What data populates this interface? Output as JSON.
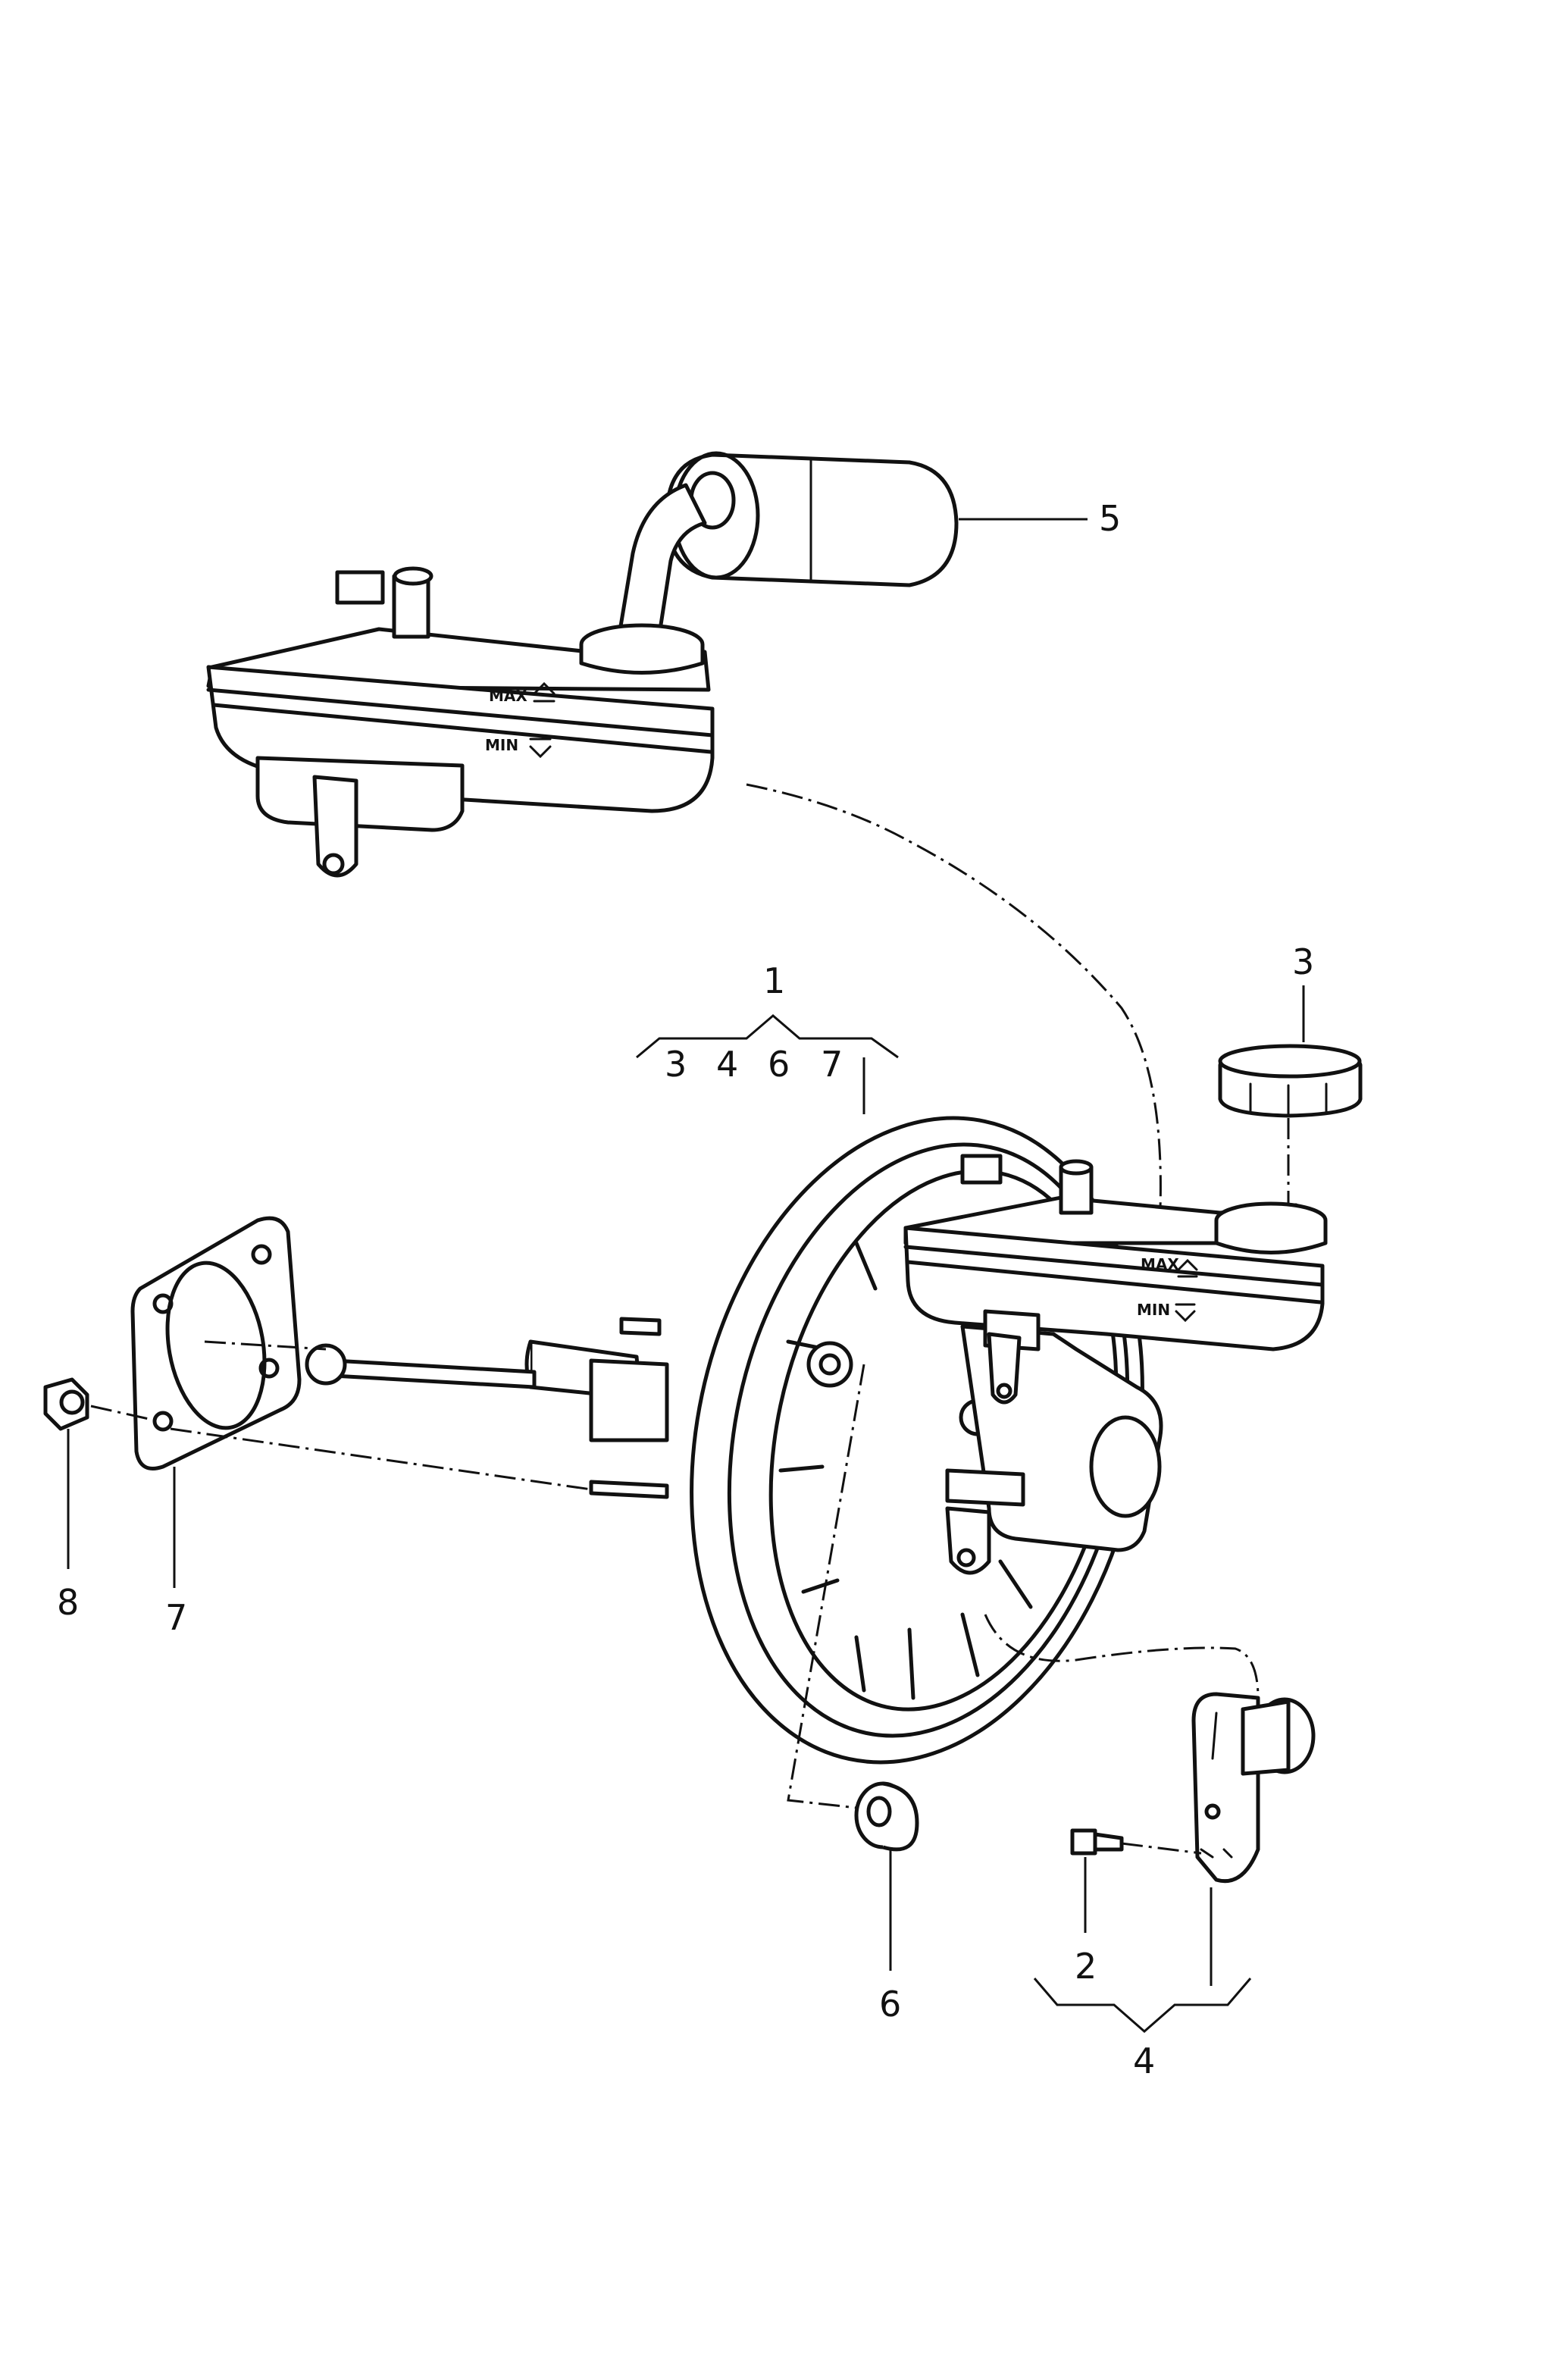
{
  "diagram": {
    "callouts": {
      "c1": "1",
      "c1_group": [
        "3",
        "4",
        "6",
        "7"
      ],
      "c2": "2",
      "c3": "3",
      "c4": "4",
      "c5": "5",
      "c6": "6",
      "c7": "7",
      "c8": "8"
    },
    "reservoir_marks": {
      "max": "MAX",
      "min": "MIN"
    }
  }
}
